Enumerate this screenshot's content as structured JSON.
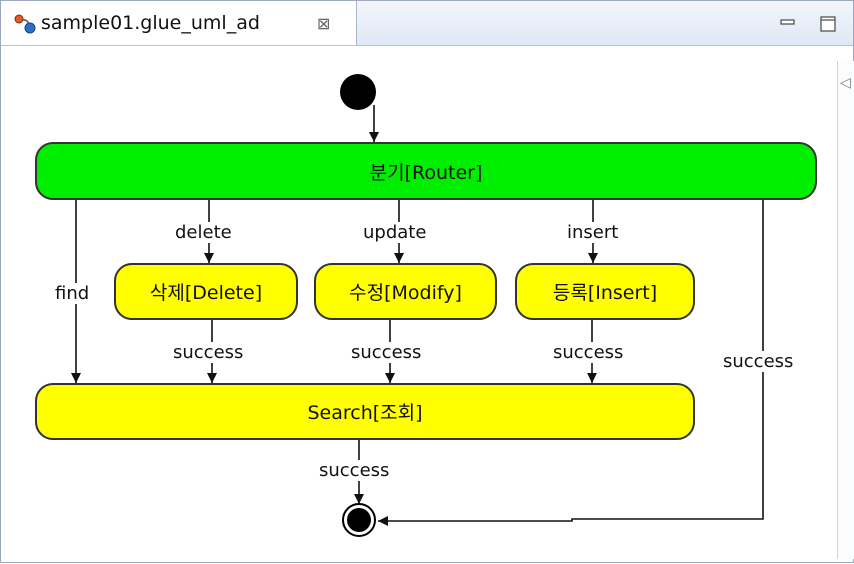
{
  "tab": {
    "title": "sample01.glue_uml_ad",
    "close_glyph": "⊠",
    "icon": "activity-diagram-icon"
  },
  "window_controls": {
    "minimize_icon": "minimize-icon",
    "maximize_icon": "maximize-icon"
  },
  "diagram": {
    "nodes": {
      "router": "분기[Router]",
      "delete": "삭제[Delete]",
      "modify": "수정[Modify]",
      "insert": "등록[Insert]",
      "search": "Search[조회]"
    },
    "edge_labels": {
      "delete": "delete",
      "update": "update",
      "insert": "insert",
      "find": "find",
      "success_delete": "success",
      "success_modify": "success",
      "success_insert": "success",
      "success_router": "success",
      "success_search": "success"
    },
    "colors": {
      "router_fill": "#00ee00",
      "action_fill": "#ffff00",
      "stroke": "#333333"
    }
  }
}
